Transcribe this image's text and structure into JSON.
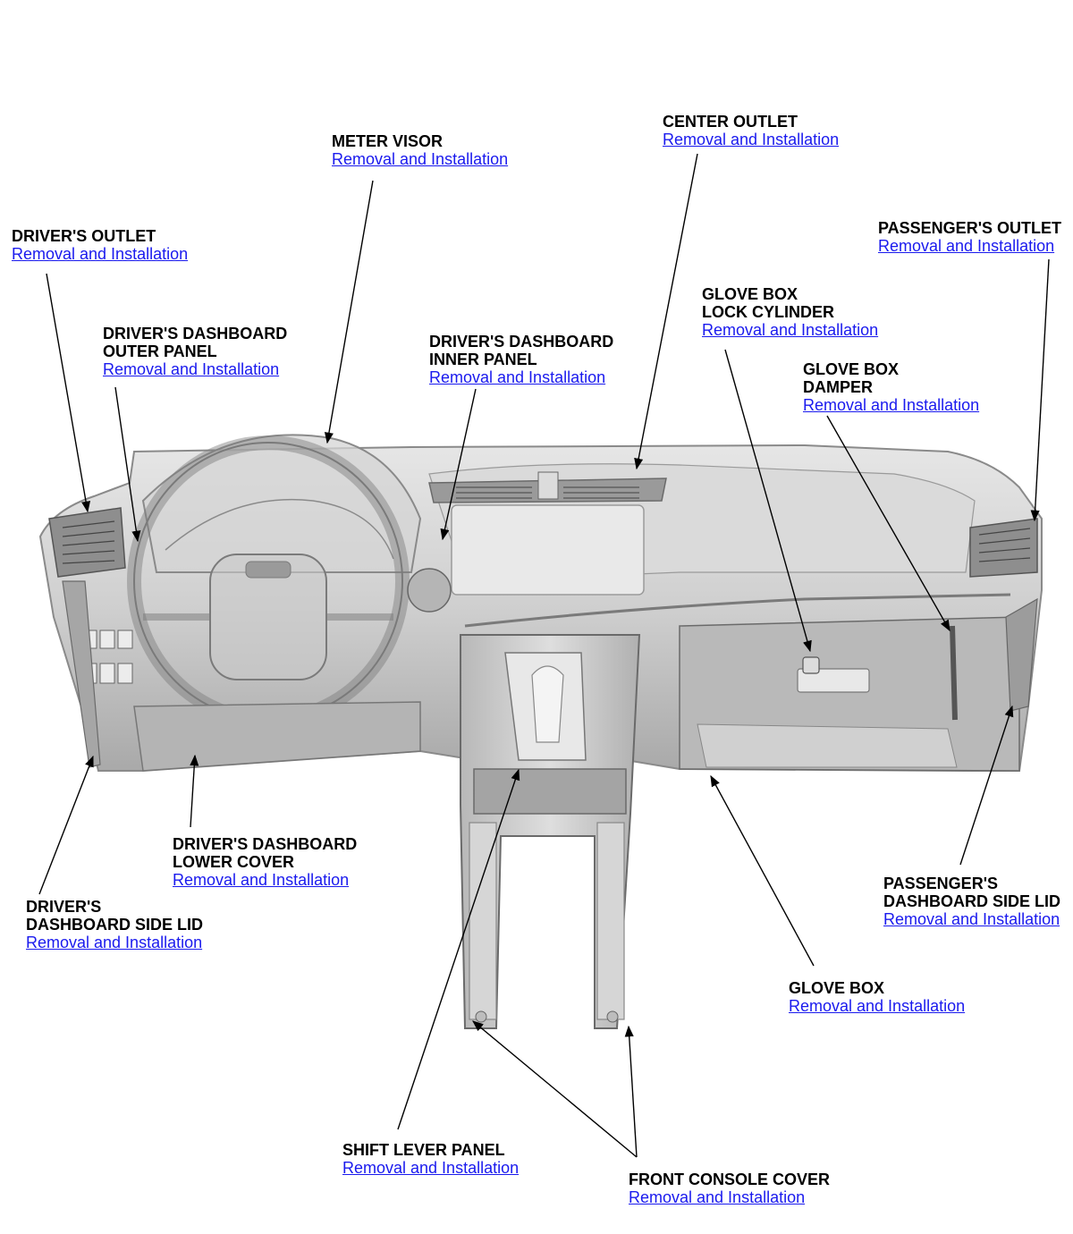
{
  "colors": {
    "link": "#1a1aee",
    "label": "#000000",
    "leader": "#000000",
    "dash_fill": "#c8c8c8",
    "dash_edge": "#8a8a8a"
  },
  "callouts": {
    "meter_visor": {
      "title": "METER VISOR",
      "link": "Removal and Installation"
    },
    "center_outlet": {
      "title": "CENTER OUTLET",
      "link": "Removal and Installation"
    },
    "drivers_outlet": {
      "title": "DRIVER'S OUTLET",
      "link": "Removal and Installation"
    },
    "passengers_outlet": {
      "title": "PASSENGER'S OUTLET",
      "link": "Removal and Installation"
    },
    "glove_box_lock_cylinder": {
      "title": "GLOVE BOX\nLOCK CYLINDER",
      "link": "Removal and Installation"
    },
    "drivers_dashboard_outer_panel": {
      "title": "DRIVER'S DASHBOARD\nOUTER PANEL",
      "link": "Removal and Installation"
    },
    "drivers_dashboard_inner_panel": {
      "title": "DRIVER'S DASHBOARD\nINNER PANEL",
      "link": "Removal and Installation"
    },
    "glove_box_damper": {
      "title": "GLOVE BOX\nDAMPER",
      "link": "Removal and Installation"
    },
    "drivers_dashboard_lower_cover": {
      "title": "DRIVER'S DASHBOARD\nLOWER COVER",
      "link": "Removal and Installation"
    },
    "drivers_dashboard_side_lid": {
      "title": "DRIVER'S\nDASHBOARD SIDE LID",
      "link": "Removal and Installation"
    },
    "passengers_dashboard_side_lid": {
      "title": "PASSENGER'S\nDASHBOARD SIDE LID",
      "link": "Removal and Installation"
    },
    "glove_box": {
      "title": "GLOVE BOX",
      "link": "Removal and Installation"
    },
    "shift_lever_panel": {
      "title": "SHIFT LEVER PANEL",
      "link": "Removal and Installation"
    },
    "front_console_cover": {
      "title": "FRONT CONSOLE COVER",
      "link": "Removal and Installation"
    }
  }
}
